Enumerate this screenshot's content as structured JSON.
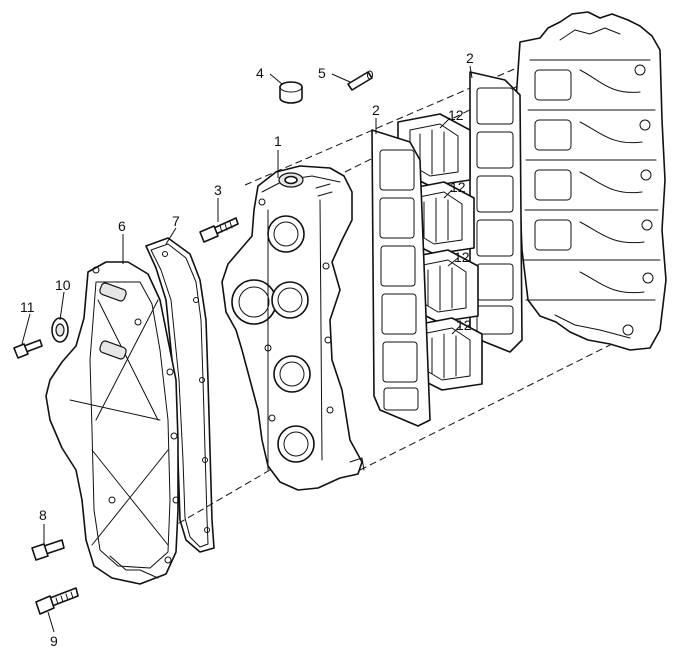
{
  "callouts": {
    "c1": "1",
    "c2a": "2",
    "c2b": "2",
    "c3": "3",
    "c4": "4",
    "c5": "5",
    "c6": "6",
    "c7": "7",
    "c8": "8",
    "c9": "9",
    "c10": "10",
    "c11": "11",
    "c12a": "12",
    "c12b": "12",
    "c12c": "12",
    "c12d": "12"
  }
}
